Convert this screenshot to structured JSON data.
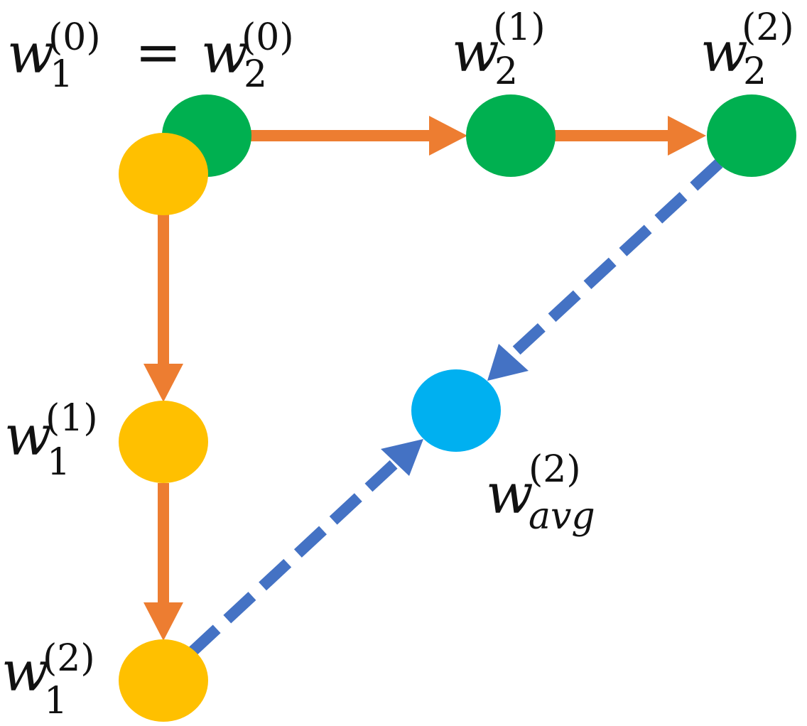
{
  "diagram": {
    "colors": {
      "background": "#ffffff",
      "worker1_node": "#FFC000",
      "worker2_node": "#00B050",
      "average_node": "#00B0F0",
      "local_step_arrow": "#ED7D31",
      "averaging_arrow": "#4472C4",
      "text": "#111111"
    },
    "labels": {
      "init": {
        "left_var": "w",
        "left_sub": "1",
        "left_sup": "(0)",
        "equals": "=",
        "right_var": "w",
        "right_sub": "2",
        "right_sup": "(0)"
      },
      "w2_step1": {
        "var": "w",
        "sub": "2",
        "sup": "(1)"
      },
      "w2_step2": {
        "var": "w",
        "sub": "2",
        "sup": "(2)"
      },
      "w1_step1": {
        "var": "w",
        "sub": "1",
        "sup": "(1)"
      },
      "w1_step2": {
        "var": "w",
        "sub": "1",
        "sup": "(2)"
      },
      "avg_step2": {
        "var": "w",
        "sub": "avg",
        "sup": "(2)"
      }
    }
  }
}
